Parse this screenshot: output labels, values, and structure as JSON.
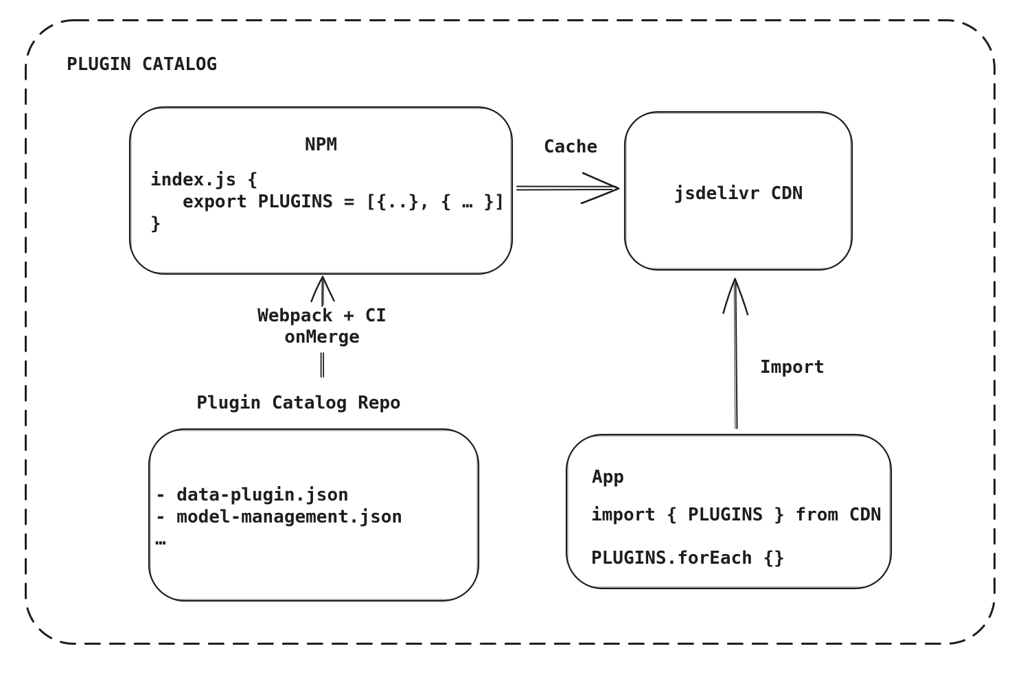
{
  "title": "PLUGIN CATALOG",
  "colors": {
    "stroke": "#1e1e1e",
    "background": "#ffffff"
  },
  "nodes": {
    "npm": {
      "title": "NPM",
      "code": [
        "index.js {",
        "   export PLUGINS = [{..}, { … }]",
        "}"
      ]
    },
    "cdn": {
      "label": "jsdelivr CDN"
    },
    "repo": {
      "label": "Plugin Catalog Repo",
      "files": [
        "- data-plugin.json",
        "- model-management.json",
        "…"
      ]
    },
    "app": {
      "title": "App",
      "code": [
        "import { PLUGINS } from CDN",
        "PLUGINS.forEach {}"
      ]
    }
  },
  "edges": {
    "cache": {
      "label": "Cache",
      "from": "NPM",
      "to": "jsdelivr CDN"
    },
    "merge": {
      "label": [
        "Webpack + CI",
        "onMerge"
      ],
      "from": "Plugin Catalog Repo",
      "to": "NPM"
    },
    "import": {
      "label": "Import",
      "from": "App",
      "to": "jsdelivr CDN"
    }
  }
}
